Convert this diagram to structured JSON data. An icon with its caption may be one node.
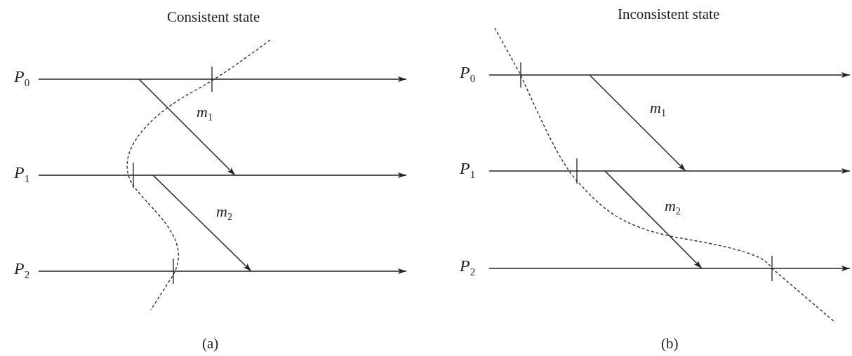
{
  "diagram": {
    "nodes": [
      {
        "text": [
          "P$_{0}$"
        ]
      },
      {
        "text": [
          "P$_{1}$"
        ]
      },
      {
        "text": [
          "P$_{2}$"
        ]
      },
      {
        "text": [
          "P$_{0}$"
        ]
      },
      {
        "text": [
          "P$_{1}$"
        ]
      },
      {
        "text": [
          "P$_{2}$"
        ]
      }
    ],
    "edges": [
      {
        "from": 0,
        "to": 1,
        "arrow": "to",
        "label": "m$_{1}$"
      },
      {
        "from": 1,
        "to": 2,
        "arrow": "to",
        "label": "m$_{2}$"
      },
      {
        "from": 3,
        "to": 4,
        "arrow": "to",
        "label": "m$_{1}$"
      },
      {
        "from": 4,
        "to": 5,
        "arrow": "to",
        "label": "m$_{2}$"
      }
    ],
    "labels": [
      "Consistent state",
      "Inconsistent state",
      "(a)",
      "(b)"
    ]
  }
}
